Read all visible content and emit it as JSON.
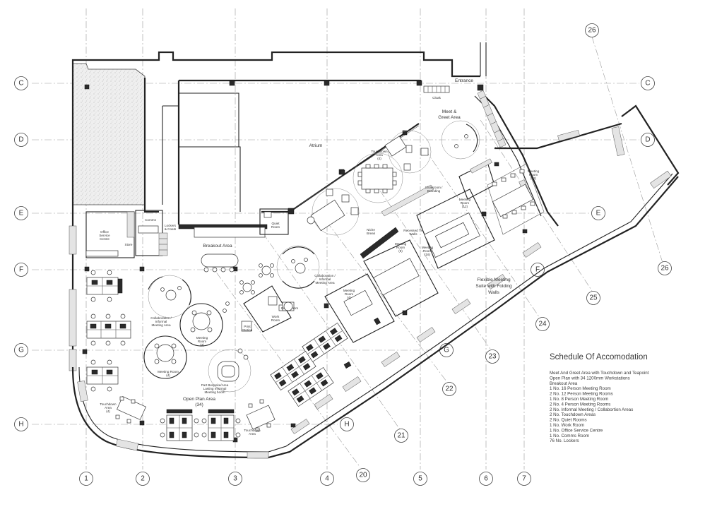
{
  "grid_labels": {
    "letters_left": [
      "C",
      "D",
      "E",
      "F",
      "G",
      "H"
    ],
    "letters_right": [
      "C",
      "D",
      "E",
      "F"
    ],
    "letters_inner": [
      "G",
      "H"
    ],
    "numbers_bottom": [
      "1",
      "2",
      "3",
      "4",
      "5",
      "6",
      "7"
    ],
    "numbers_diagonal": [
      "20",
      "21",
      "22",
      "23",
      "24",
      "25",
      "26",
      "26"
    ]
  },
  "room_labels": {
    "entrance": "Entrance",
    "cloak": "Cloak",
    "meet_greet_1": "Meet &",
    "meet_greet_2": "Greet Area",
    "atrium": "Atrium",
    "lockers": "Lockers",
    "touchdown_top_1": "Touchdown",
    "touchdown_top_2": "Area",
    "touchdown_top_3": "(4)",
    "cloakroom_1": "Cloakroom /",
    "cloakroom_2": "Branding",
    "meeting_room_top_1": "Meeting",
    "meeting_room_top_2": "Room",
    "meeting_room_top_3": "(12)",
    "meeting_room_ne_1": "Meeting",
    "meeting_room_ne_2": "Room",
    "meeting_room_ne_3": "(12)",
    "quiet_room_1": "Quiet",
    "quiet_room_2": "Room",
    "comms": "Comms",
    "lockers_coats_1": "Lockers",
    "lockers_coats_2": "& Coats",
    "office_service_1": "Office",
    "office_service_2": "Service",
    "office_service_3": "Centre",
    "breakout_area": "Breakout Area",
    "store": "Store",
    "meeting_16_1": "Meeting",
    "meeting_16_2": "Room",
    "meeting_16_3": "(16)",
    "meeting_8_1": "Meeting",
    "meeting_8_2": "Room",
    "meeting_8_3": "(8)",
    "recessed_1": "Recessed TV",
    "recessed_2": "Walls",
    "niche_1": "Niche",
    "niche_2": "Break",
    "collab_right_1": "Collaboration /",
    "collab_right_2": "Informal",
    "collab_right_3": "Meeting Area",
    "collab_left_1": "Collaboration /",
    "collab_left_2": "Informal",
    "collab_left_3": "Meeting Area",
    "work_room_1": "Work",
    "work_room_2": "Room",
    "quiet_room_mid": "Quiet Room",
    "print_station_1": "Print",
    "print_station_2": "Station",
    "meeting_4a_1": "Meeting",
    "meeting_4a_2": "Room",
    "meeting_4a_3": "(4)",
    "meeting_4b": "Meeting Room",
    "meeting_4b_2": "(4)",
    "bespoke_1": "Part Bespoke/Area",
    "bespoke_2": "Lasting Informal",
    "bespoke_3": "Meeting booth",
    "open_plan_1": "Open Plan Area",
    "open_plan_2": "(34)",
    "touchdown_left_1": "Touchdown",
    "touchdown_left_2": "Area",
    "touchdown_left_3": "(4)",
    "touchdown_mid_1": "Touchdown",
    "touchdown_mid_2": "Area",
    "flexible_1": "Flexible Meeting",
    "flexible_2": "Suite with Folding",
    "flexible_3": "Walls"
  },
  "schedule": {
    "title": "Schedule Of Accomodation",
    "lines": [
      "Meet And Greet Area with Touchdown and Teapoint",
      "Open Plan with 34 1200mm Workstations",
      "Breakout Area",
      "1 No. 16 Person Meeting Room",
      "2 No. 12 Person Meeting Rooms",
      "1 No. 8 Person Meeting Room",
      "2 No. 4 Person Meeting Rooms",
      "2 No. Informal Meeting / Collabortion Areas",
      "2 No. Touchdown Areas",
      "2 No. Quiet Rooms",
      "1 No. Work Room",
      "1 No. Office Service Centre",
      "1 No. Comms Room",
      "76 No. Lockers"
    ]
  }
}
